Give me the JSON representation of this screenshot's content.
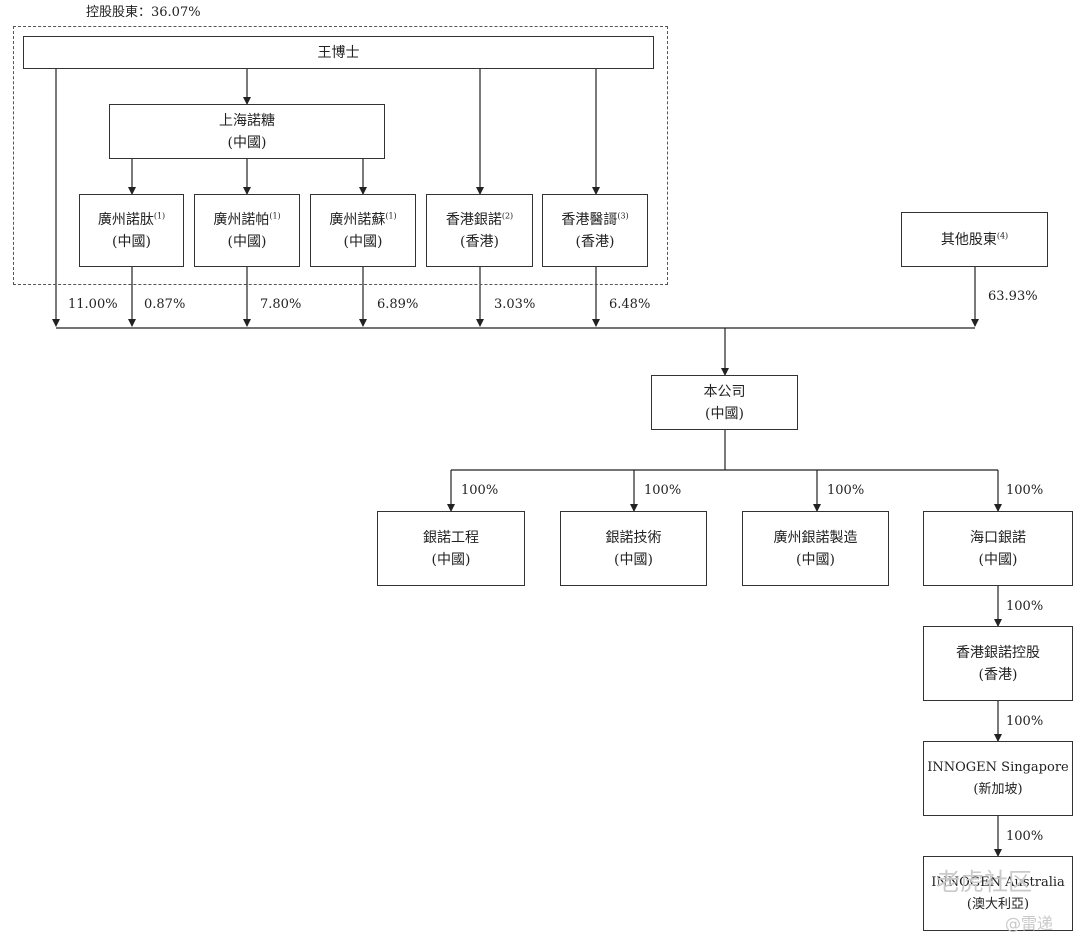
{
  "header": {
    "controlling_shareholder": "控股股東：36.07%"
  },
  "nodes": {
    "wang": {
      "name": "王博士"
    },
    "shanghai": {
      "name": "上海諾糖",
      "sub": "(中國)"
    },
    "gz_tai": {
      "name": "廣州諾肽",
      "note": "(1)",
      "sub": "(中國)"
    },
    "gz_pa": {
      "name": "廣州諾帕",
      "note": "(1)",
      "sub": "(中國)"
    },
    "gz_su": {
      "name": "廣州諾蘇",
      "note": "(1)",
      "sub": "(中國)"
    },
    "hk_yinnuo": {
      "name": "香港銀諾",
      "note": "(2)",
      "sub": "(香港)"
    },
    "hk_yixuan": {
      "name": "香港醫謌",
      "note": "(3)",
      "sub": "(香港)"
    },
    "others": {
      "name": "其他股東",
      "note": "(4)"
    },
    "company": {
      "name": "本公司",
      "sub": "(中國)"
    },
    "eng": {
      "name": "銀諾工程",
      "sub": "(中國)"
    },
    "tech": {
      "name": "銀諾技術",
      "sub": "(中國)"
    },
    "mfg": {
      "name": "廣州銀諾製造",
      "sub": "(中國)"
    },
    "haikou": {
      "name": "海口銀諾",
      "sub": "(中國)"
    },
    "hk_hold": {
      "name": "香港銀諾控股",
      "sub": "(香港)"
    },
    "sg": {
      "name": "INNOGEN Singapore",
      "sub": "(新加坡)"
    },
    "au": {
      "name": "INNOGEN Australia",
      "sub": "(澳大利亞)"
    }
  },
  "shareholdings": {
    "wang": "11.00%",
    "gz_tai": "0.87%",
    "gz_pa": "7.80%",
    "gz_su": "6.89%",
    "hk_yinnuo": "3.03%",
    "hk_yixuan": "6.48%",
    "others": "63.93%",
    "eng": "100%",
    "tech": "100%",
    "mfg": "100%",
    "haikou": "100%",
    "hk_hold": "100%",
    "sg": "100%",
    "au": "100%"
  },
  "watermark": {
    "left": "老虎社区",
    "right": "@雷递"
  }
}
